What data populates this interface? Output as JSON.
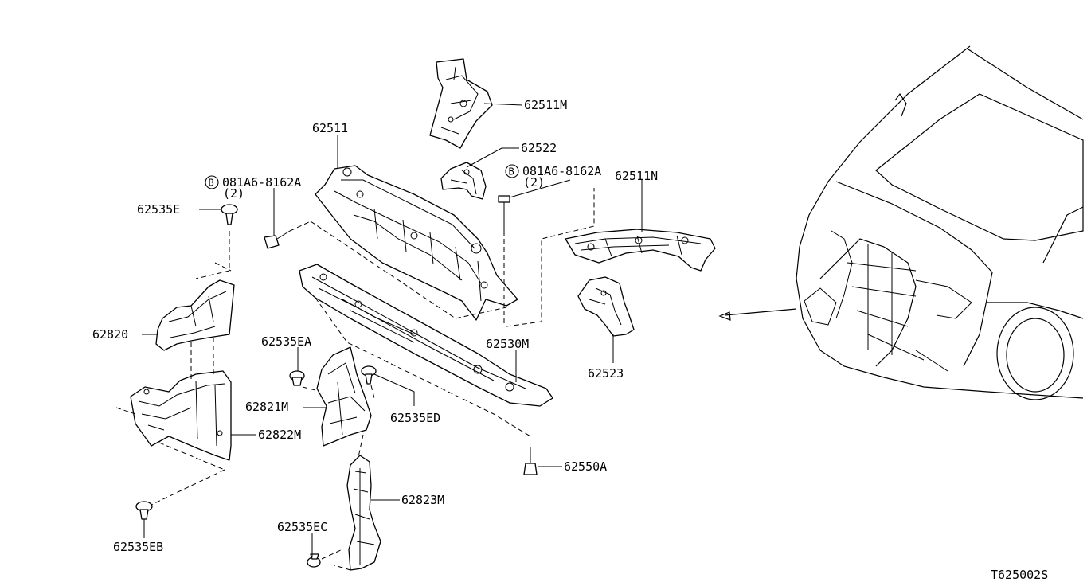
{
  "labels": {
    "p62511M": "62511M",
    "p62511": "62511",
    "p62522": "62522",
    "boltA_code": "081A6-8162A",
    "boltA_qty": "(2)",
    "boltB_code": "081A6-8162A",
    "boltB_qty": "(2)",
    "bolt_badge": "B",
    "p62511N": "62511N",
    "p62535E": "62535E",
    "p62820": "62820",
    "p62535EA": "62535EA",
    "p62530M": "62530M",
    "p62523": "62523",
    "p62821M": "62821M",
    "p62535ED": "62535ED",
    "p62822M": "62822M",
    "p62550A": "62550A",
    "p62823M": "62823M",
    "p62535EC": "62535EC",
    "p62535EB": "62535EB",
    "diagram_code": "T625002S"
  }
}
